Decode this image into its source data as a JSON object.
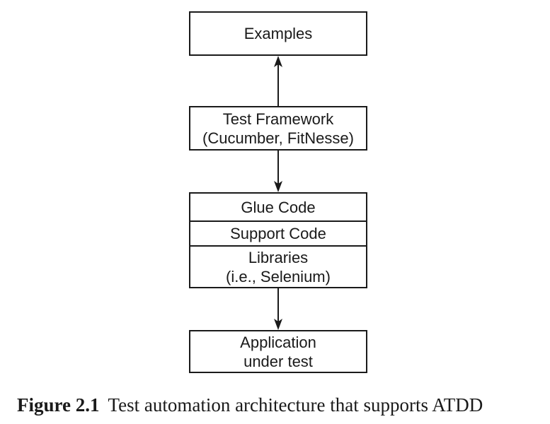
{
  "diagram": {
    "examples": {
      "label": "Examples"
    },
    "test_framework": {
      "line1": "Test Framework",
      "line2": "(Cucumber, FitNesse)"
    },
    "stack": {
      "glue_code": "Glue Code",
      "support_code": "Support Code",
      "libraries": {
        "line1": "Libraries",
        "line2": "(i.e., Selenium)"
      }
    },
    "application": {
      "line1": "Application",
      "line2": "under test"
    }
  },
  "caption": {
    "label": "Figure 2.1",
    "text": "Test automation architecture that supports ATDD"
  }
}
